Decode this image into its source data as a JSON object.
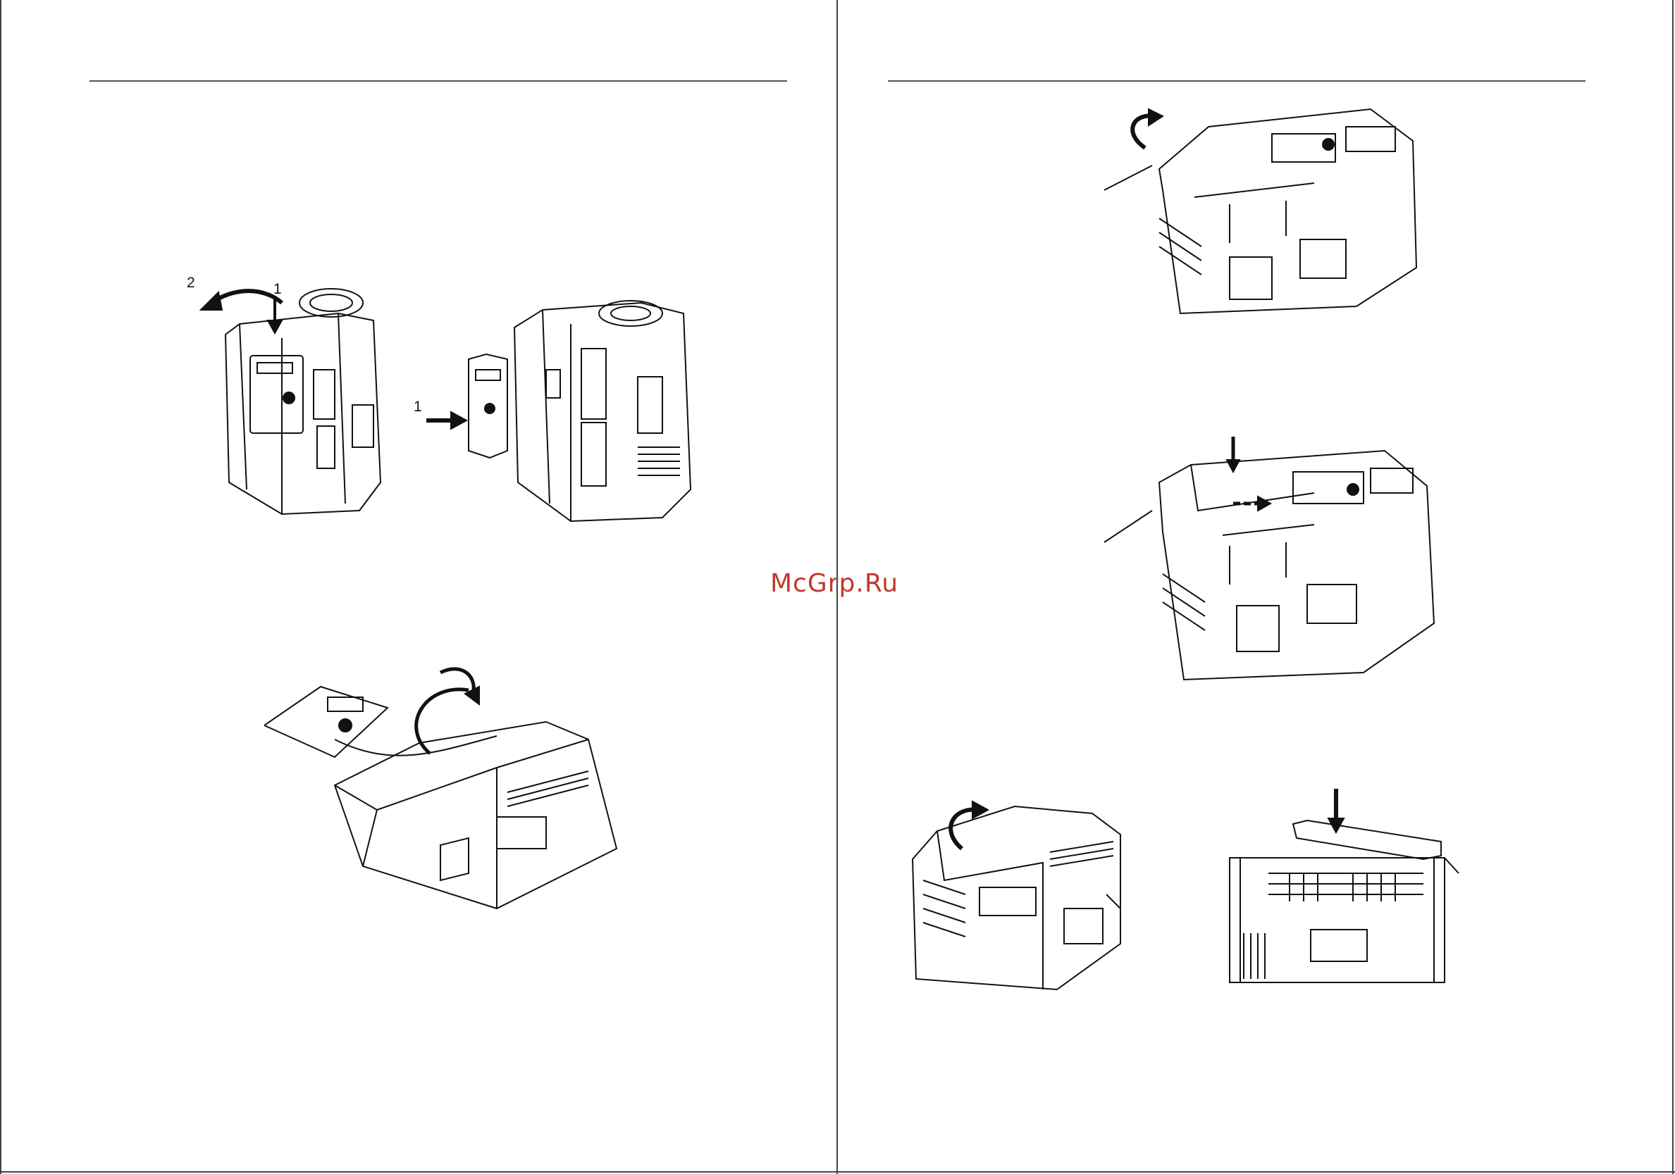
{
  "watermark": "McGrp.Ru",
  "figures": {
    "keypad_removal": {
      "step_2_label": "2",
      "step_1_top_label": "1",
      "step_1_side_label": "1"
    }
  },
  "icons": [
    "curved-arrow-icon",
    "straight-arrow-icon"
  ],
  "colors": {
    "ink": "#111111",
    "watermark": "#c0392b",
    "rule": "#555555"
  }
}
